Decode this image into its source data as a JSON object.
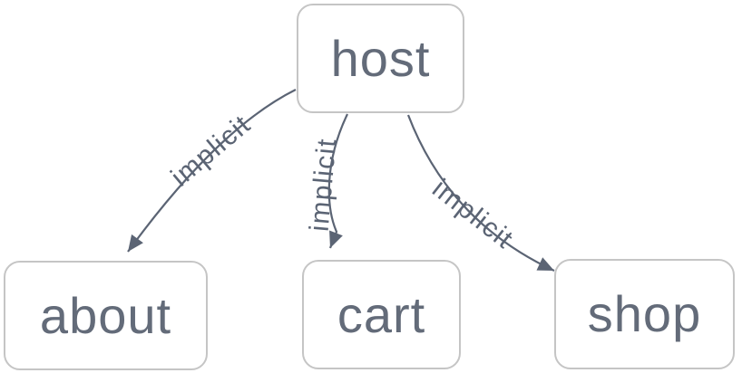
{
  "diagram": {
    "type": "graph",
    "background_color": "#ffffff",
    "node_border_color": "#c5c5c5",
    "node_fill_color": "#ffffff",
    "node_text_color": "#636b79",
    "edge_color": "#5b6474",
    "nodes": [
      {
        "id": "host",
        "label": "host"
      },
      {
        "id": "about",
        "label": "about"
      },
      {
        "id": "cart",
        "label": "cart"
      },
      {
        "id": "shop",
        "label": "shop"
      }
    ],
    "edges": [
      {
        "from": "host",
        "to": "about",
        "label": "implicit"
      },
      {
        "from": "host",
        "to": "cart",
        "label": "implicit"
      },
      {
        "from": "host",
        "to": "shop",
        "label": "implicit"
      }
    ]
  }
}
